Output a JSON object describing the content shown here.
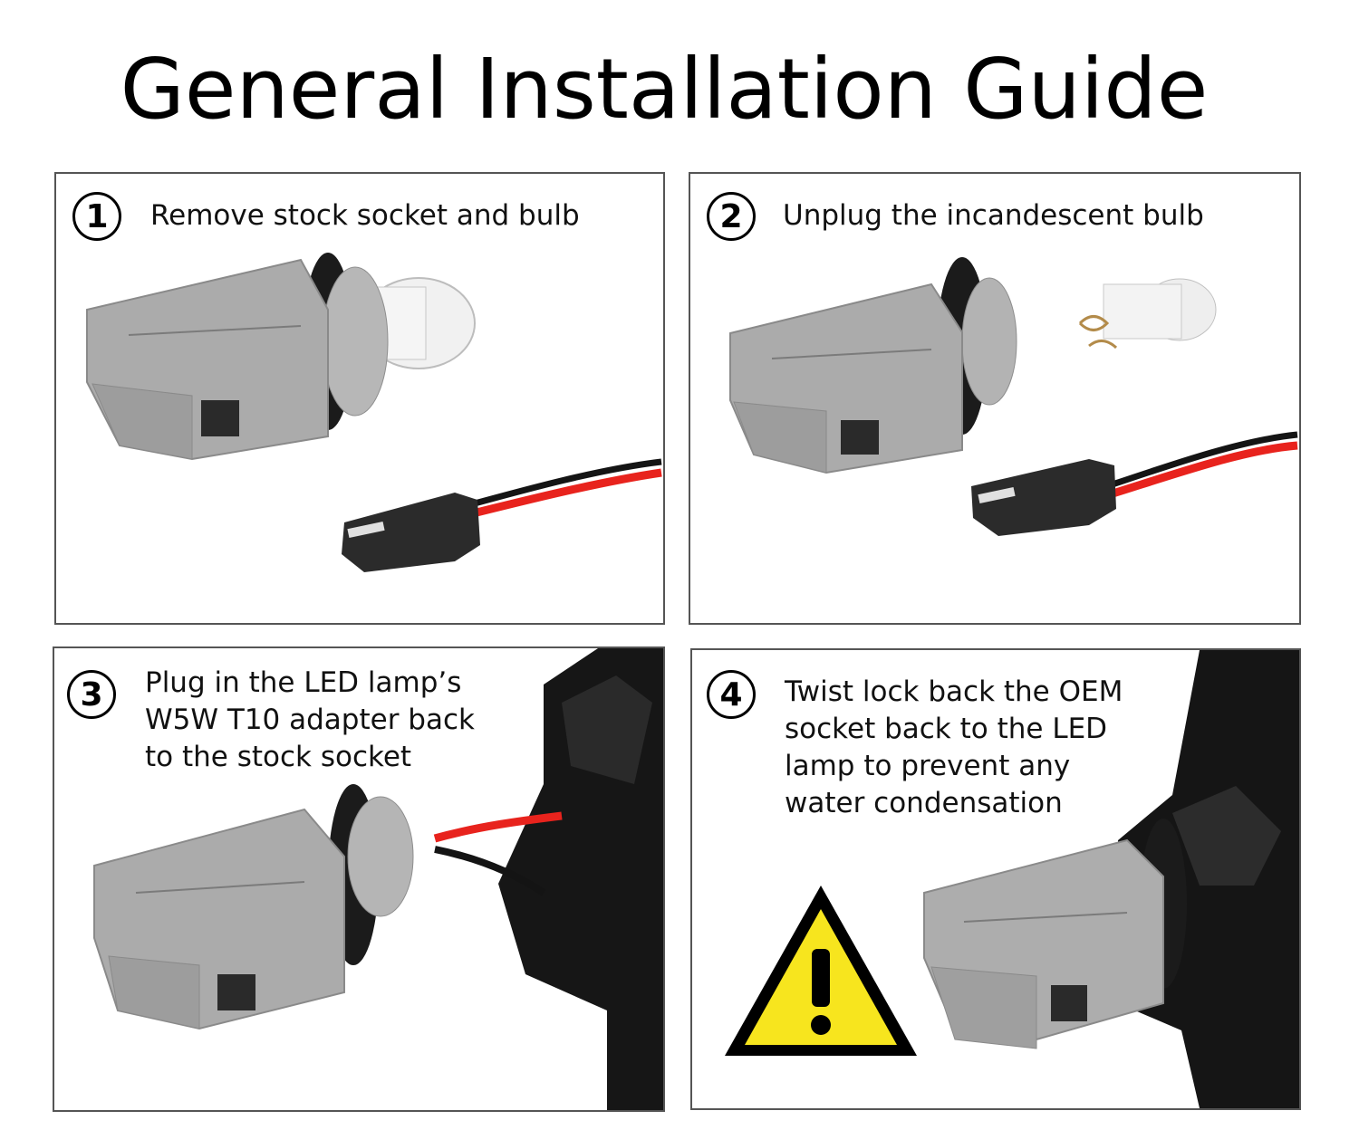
{
  "title": "General Installation Guide",
  "steps": [
    {
      "number": "1",
      "text": "Remove stock socket and bulb"
    },
    {
      "number": "2",
      "text": "Unplug the incandescent bulb"
    },
    {
      "number": "3",
      "text": "Plug in the LED lamp’s\nW5W T10 adapter back\nto the stock socket"
    },
    {
      "number": "4",
      "text": "Twist lock back the OEM\nsocket back to the LED\nlamp to prevent any\nwater condensation"
    }
  ],
  "icons": {
    "warning": "warning-triangle-icon"
  },
  "colors": {
    "socket_gray": "#a9a9a9",
    "wire_red": "#e8231d",
    "wire_black": "#141414",
    "warning_yellow": "#f7e51e"
  }
}
